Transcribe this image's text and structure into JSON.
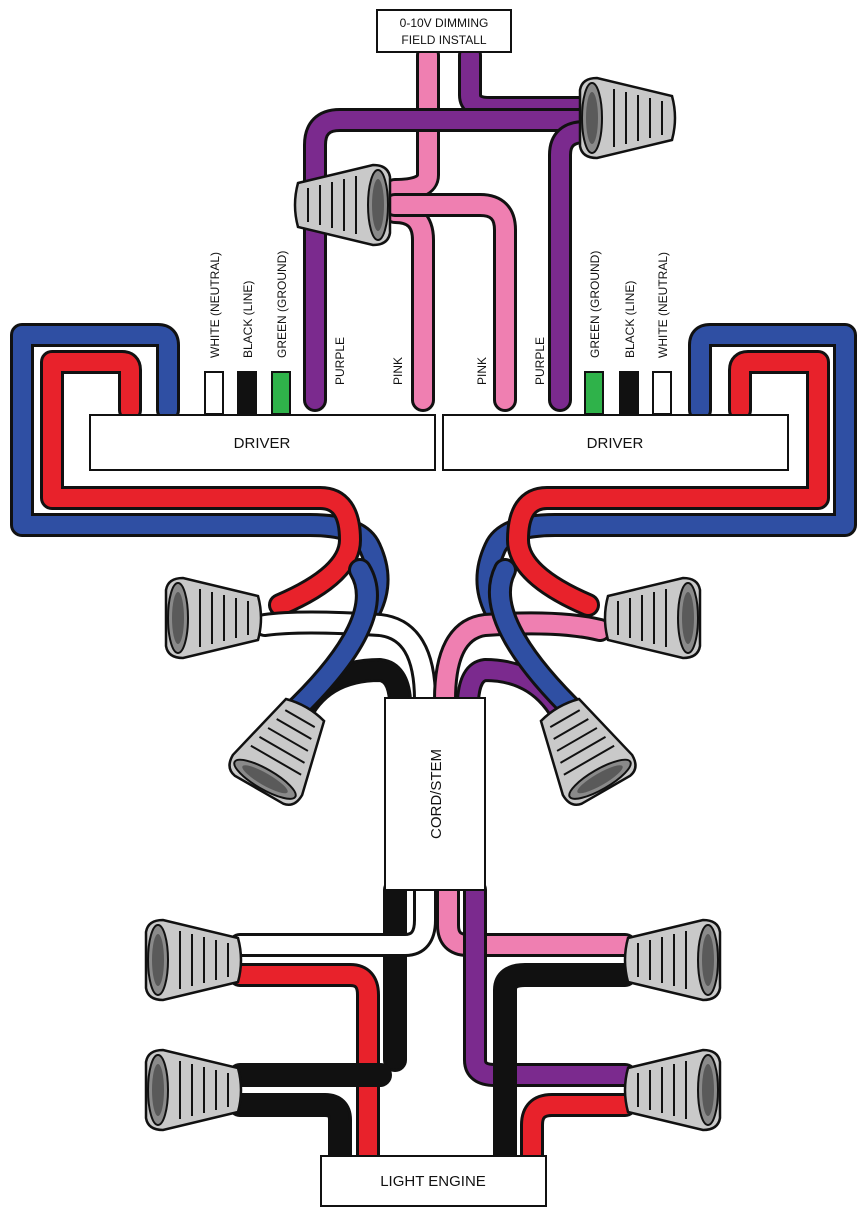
{
  "header": {
    "line1": "0-10V DIMMING",
    "line2": "FIELD INSTALL"
  },
  "driver_left": {
    "label": "DRIVER",
    "wire_labels": {
      "white": "WHITE (NEUTRAL)",
      "black": "BLACK (LINE)",
      "green": "GREEN (GROUND)",
      "purple": "PURPLE",
      "pink": "PINK"
    }
  },
  "driver_right": {
    "label": "DRIVER",
    "wire_labels": {
      "pink": "PINK",
      "purple": "PURPLE",
      "green": "GREEN (GROUND)",
      "black": "BLACK (LINE)",
      "white": "WHITE (NEUTRAL)"
    }
  },
  "cord": {
    "label": "CORD/STEM"
  },
  "engine": {
    "label": "LIGHT ENGINE"
  },
  "colors": {
    "red": "#e8222b",
    "blue": "#2f4fa3",
    "black": "#111111",
    "white": "#ffffff",
    "green": "#2fb24a",
    "purple": "#7b2a8e",
    "pink": "#ef7fb1",
    "wirenut": "#c9c9c9"
  },
  "icons": [
    "wire-nut-icon"
  ]
}
